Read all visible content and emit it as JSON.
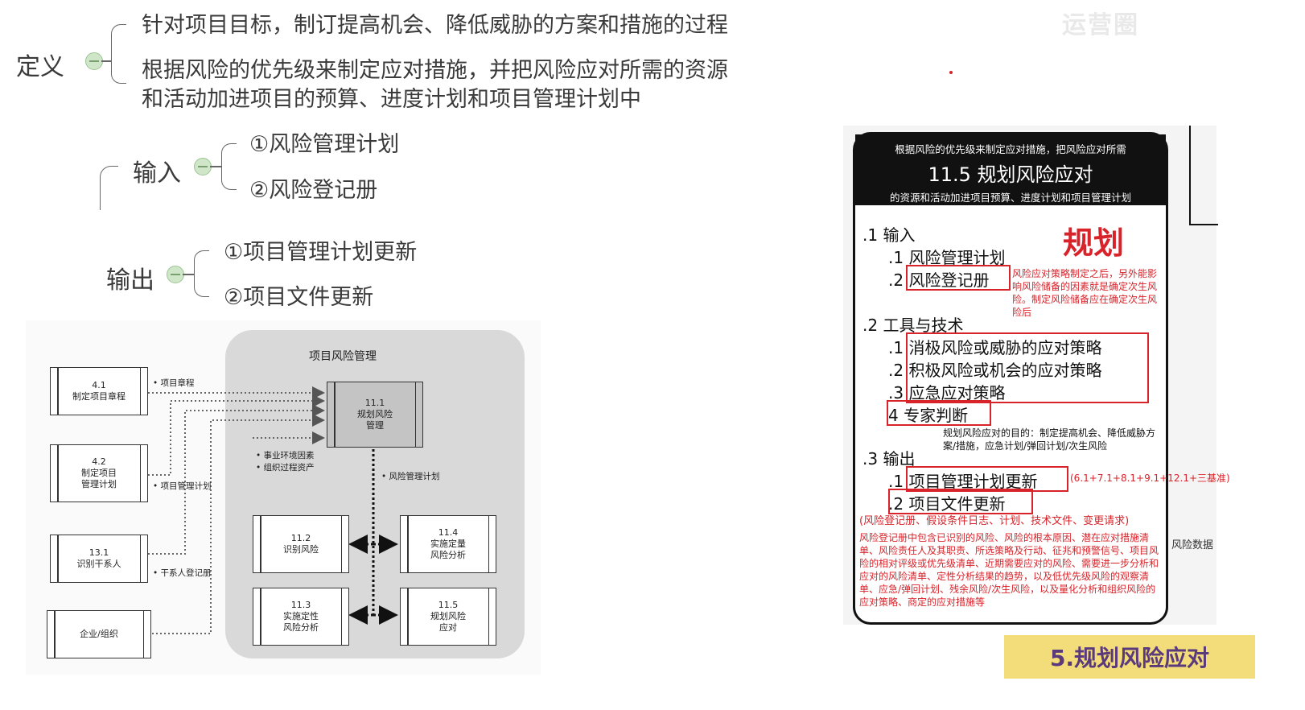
{
  "mindmap": {
    "definition": {
      "label": "定义",
      "items": [
        "针对项目目标，制订提高机会、降低威胁的方案和措施的过程",
        "根据风险的优先级来制定应对措施，并把风险应对所需的资源",
        "和活动加进项目的预算、进度计划和项目管理计划中"
      ]
    },
    "input": {
      "label": "输入",
      "items": [
        "①风险管理计划",
        "②风险登记册"
      ]
    },
    "output": {
      "label": "输出",
      "items": [
        "①项目管理计划更新",
        "②项目文件更新"
      ]
    }
  },
  "flow": {
    "group_title": "项目风险管理",
    "left_boxes": [
      {
        "num": "4.1",
        "name": "制定项目章程",
        "arrow_label": "• 项目章程"
      },
      {
        "num": "4.2",
        "name": "制定项目\n管理计划",
        "arrow_label": "• 项目管理计划"
      },
      {
        "num": "13.1",
        "name": "识别干系人",
        "arrow_label": "• 干系人登记册"
      },
      {
        "num": "",
        "name": "企业/组织",
        "arrow_label": ""
      }
    ],
    "center": {
      "num": "11.1",
      "name": "规划风险\n管理"
    },
    "center_inputs": [
      "• 事业环境因素",
      "• 组织过程资产"
    ],
    "center_output": "• 风险管理计划",
    "process_boxes": [
      {
        "num": "11.2",
        "name": "识别风险"
      },
      {
        "num": "11.4",
        "name": "实施定量\n风险分析"
      },
      {
        "num": "11.3",
        "name": "实施定性\n风险分析"
      },
      {
        "num": "11.5",
        "name": "规划风险\n应对"
      }
    ]
  },
  "card": {
    "header_top": "根据风险的优先级来制定应对措施，把风险应对所需",
    "header_title": "11.5 规划风险应对",
    "header_bottom": "的资源和活动加进项目预算、进度计划和项目管理计划",
    "stamp": "规划",
    "sections": [
      {
        "label": ".1 输入",
        "items": [
          ".1 风险管理计划",
          ".2 风险登记册"
        ]
      },
      {
        "label": ".2 工具与技术",
        "items": [
          ".1 消极风险或威胁的应对策略",
          ".2 积极风险或机会的应对策略",
          ".3 应急应对策略",
          "4 专家判断"
        ]
      },
      {
        "label": ".3 输出",
        "items": [
          ".1 项目管理计划更新",
          ".2 项目文件更新"
        ]
      }
    ],
    "note_register": "风险应对策略制定之后，另外能影响风险储备的因素就是确定次生风险。制定风险储备应在确定次生风险后",
    "note_purpose": "规划风险应对的目的：制定提高机会、降低威胁方案/措施，应急计划/弹回计划/次生风险",
    "note_plan_update": "(6.1+7.1+8.1+9.1+12.1+三基准)",
    "note_docs_title": "(风险登记册、假设条件日志、计划、技术文件、变更请求)",
    "note_docs_body": "风险登记册中包含已识别的风险、风险的根本原因、潜在应对措施清单、风险责任人及其职责、所选策略及行动、征兆和预警信号、项目风险的相对评级或优先级清单、近期需要应对的风险、需要进一步分析和应对的风险清单、定性分析结果的趋势，以及低优先级风险的观察清单、应急/弹回计划、残余风险/次生风险，以及量化分析和组织风险的应对策略、商定的应对措施等",
    "side_text": "风险数据"
  },
  "watermark": "运营圈",
  "badge": "5.规划风险应对"
}
